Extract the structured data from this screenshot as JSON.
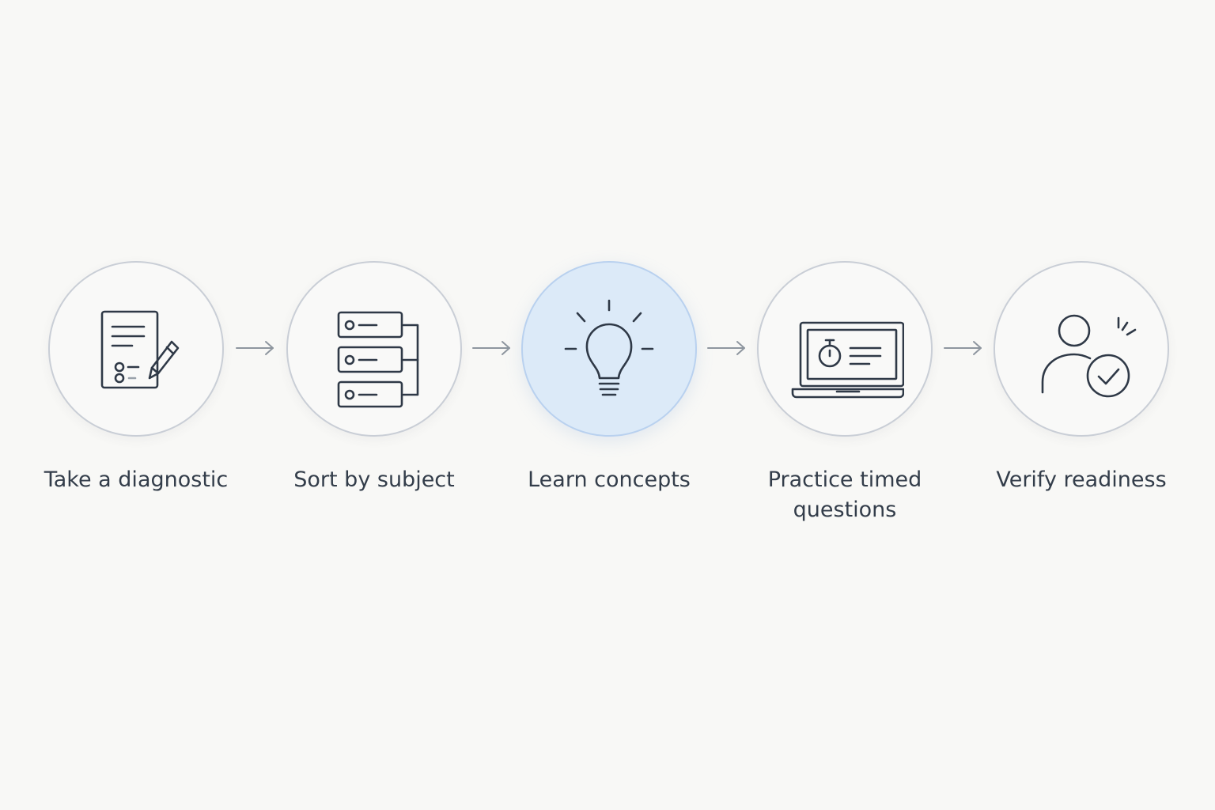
{
  "colors": {
    "background": "#f8f8f6",
    "icon_stroke": "#2f3947",
    "circle_border": "#c9ced6",
    "highlight_fill": "#dceaf8",
    "arrow": "#8e969f"
  },
  "steps": [
    {
      "label": "Take a diagnostic",
      "icon": "checklist-pencil-icon",
      "active": false
    },
    {
      "label": "Sort by subject",
      "icon": "sorted-cards-icon",
      "active": false
    },
    {
      "label": "Learn concepts",
      "icon": "lightbulb-icon",
      "active": true
    },
    {
      "label": "Practice timed\nquestions",
      "icon": "laptop-timer-icon",
      "active": false
    },
    {
      "label": "Verify readiness",
      "icon": "person-check-icon",
      "active": false
    }
  ]
}
